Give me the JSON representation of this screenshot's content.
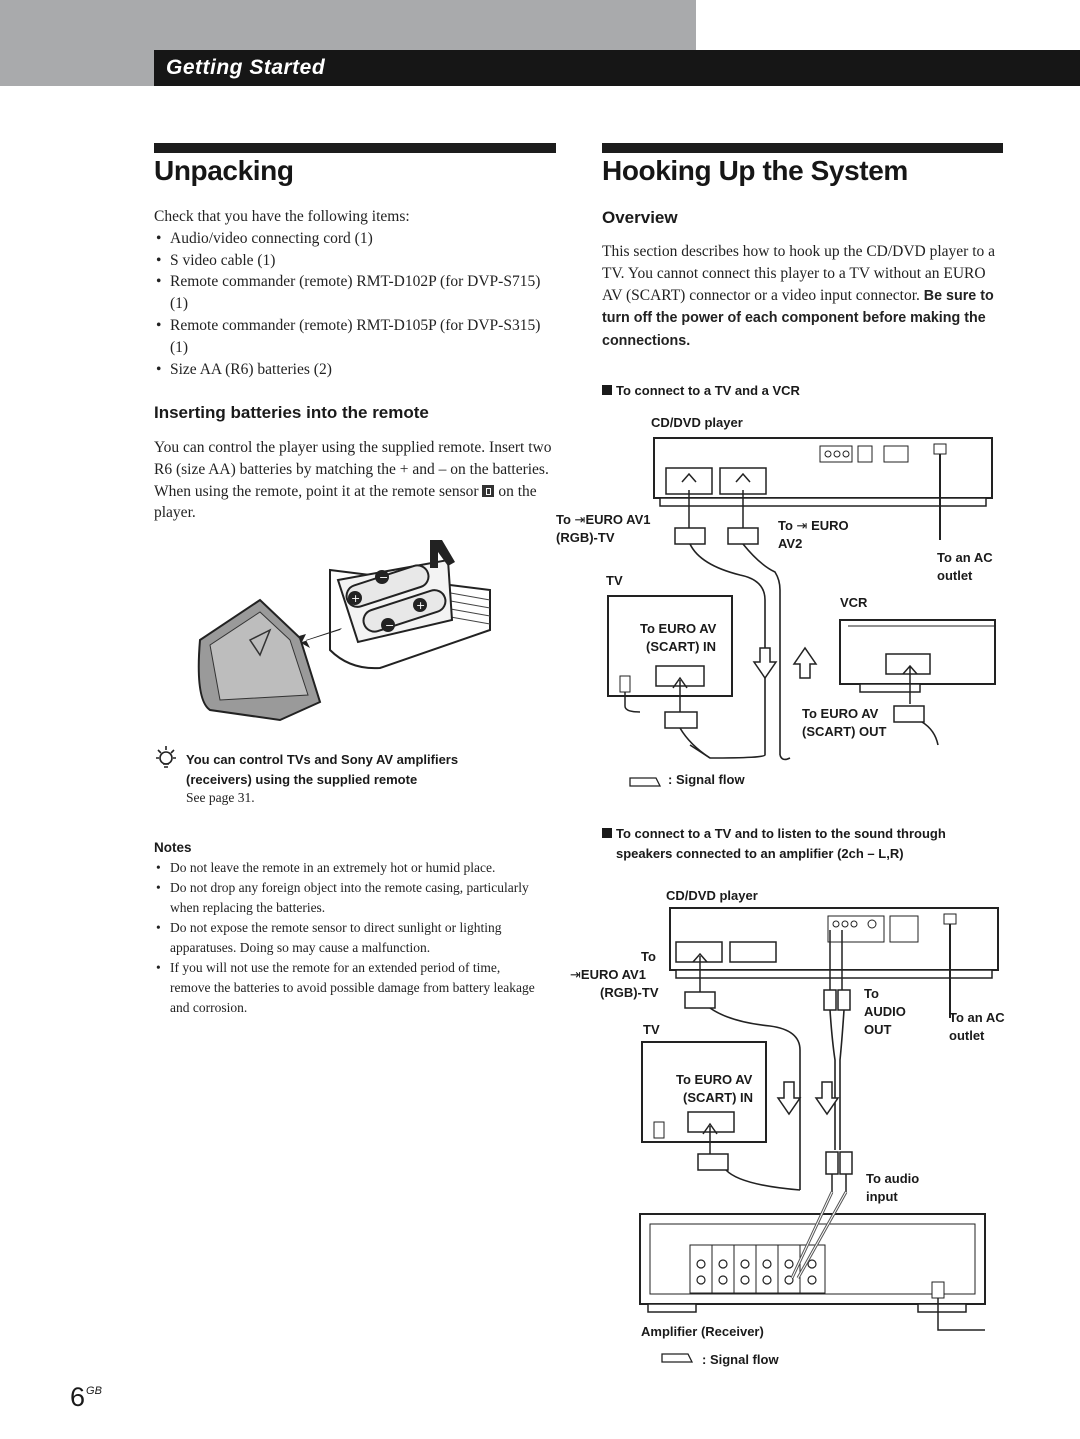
{
  "header": {
    "section": "Getting Started"
  },
  "unpacking": {
    "title": "Unpacking",
    "intro": "Check that you have the following items:",
    "items": [
      "Audio/video connecting cord (1)",
      "S video cable (1)",
      "Remote commander (remote) RMT-D102P  (for DVP-S715) (1)",
      "Remote commander (remote) RMT-D105P  (for DVP-S315)(1)",
      "Size AA (R6) batteries (2)"
    ]
  },
  "batteries": {
    "title": "Inserting batteries into the remote",
    "text_part1": "You can control the player using the supplied remote. Insert two R6 (size AA) batteries by matching the + and – on the batteries. When using the remote, point it at the remote sensor ",
    "text_part2": " on the player."
  },
  "tip": {
    "text": "You can control TVs and Sony AV amplifiers (receivers) using the supplied remote",
    "see": "See page 31."
  },
  "notes": {
    "title": "Notes",
    "items": [
      "Do not leave the remote in an extremely hot or humid place.",
      "Do not drop any foreign object into the remote casing, particularly when replacing the batteries.",
      "Do not expose the remote sensor to direct sunlight or lighting apparatuses. Doing so may cause a malfunction.",
      "If you will not use the remote for an extended period of time, remove the batteries to avoid possible damage from battery leakage and corrosion."
    ]
  },
  "hookup": {
    "title": "Hooking Up the System",
    "overview_title": "Overview",
    "overview_text": "This section describes how to hook up the CD/DVD player to a TV.  You cannot connect this player to a TV without an EURO AV (SCART) connector or a video input connector. ",
    "overview_bold": "Be sure to turn off the power of each component before making the connections."
  },
  "diagram1": {
    "caption": "To connect to a TV and a VCR",
    "player": "CD/DVD player",
    "to_euro_av1_a": "To",
    "to_euro_av1_b": "EURO AV1",
    "rgb_tv": "(RGB)-TV",
    "to_euro_av2_a": "To",
    "to_euro_av2_b": "EURO",
    "av2": "AV2",
    "ac_outlet_a": "To an AC",
    "ac_outlet_b": "outlet",
    "tv": "TV",
    "vcr": "VCR",
    "tv_in_a": "To EURO AV",
    "tv_in_b": "(SCART) IN",
    "vcr_out_a": "To EURO AV",
    "vcr_out_b": "(SCART) OUT",
    "signal_flow": ": Signal flow"
  },
  "diagram2": {
    "caption_a": "To connect to a TV and to listen to the sound through",
    "caption_b": "speakers connected to an amplifier (2ch – L,R)",
    "player": "CD/DVD player",
    "to_a": "To",
    "euro_av1": "EURO AV1",
    "rgb_tv": "(RGB)-TV",
    "tv": "TV",
    "audio_a": "To",
    "audio_b": "AUDIO",
    "audio_c": "OUT",
    "ac_outlet_a": "To an AC",
    "ac_outlet_b": "outlet",
    "tv_in_a": "To EURO AV",
    "tv_in_b": "(SCART) IN",
    "audio_in_a": "To audio",
    "audio_in_b": "input",
    "amplifier": "Amplifier (Receiver)",
    "signal_flow": ": Signal flow"
  },
  "page": {
    "number": "6",
    "suffix": "GB"
  }
}
